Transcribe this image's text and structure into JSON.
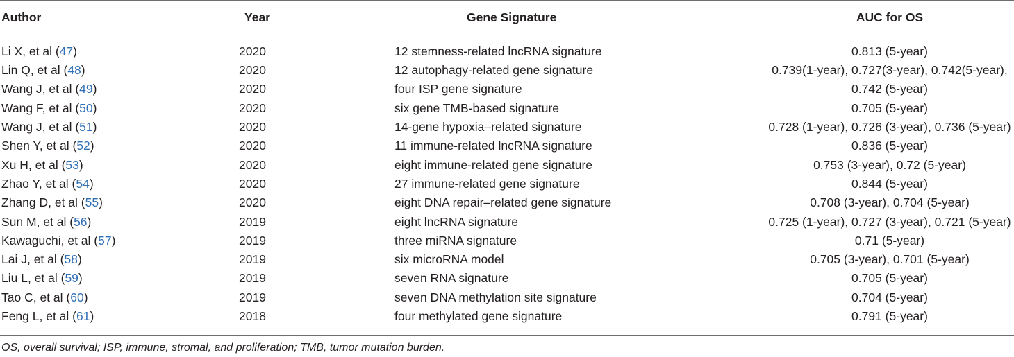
{
  "headers": {
    "author": "Author",
    "year": "Year",
    "signature": "Gene Signature",
    "auc": "AUC for OS"
  },
  "rows": [
    {
      "author": "Li X, et al (",
      "ref": "47",
      "year": "2020",
      "signature": "12 stemness-related lncRNA signature",
      "auc": "0.813 (5-year)"
    },
    {
      "author": "Lin Q, et al (",
      "ref": "48",
      "year": "2020",
      "signature": "12 autophagy-related gene signature",
      "auc": "0.739(1-year), 0.727(3-year), 0.742(5-year),"
    },
    {
      "author": "Wang J, et al (",
      "ref": "49",
      "year": "2020",
      "signature": "four ISP gene signature",
      "auc": "0.742 (5-year)"
    },
    {
      "author": "Wang F, et al (",
      "ref": "50",
      "year": "2020",
      "signature": "six gene TMB-based signature",
      "auc": "0.705 (5-year)"
    },
    {
      "author": "Wang J, et al (",
      "ref": "51",
      "year": "2020",
      "signature": "14-gene hypoxia–related signature",
      "auc": "0.728 (1-year), 0.726 (3-year), 0.736 (5-year)"
    },
    {
      "author": "Shen Y, et al (",
      "ref": "52",
      "year": "2020",
      "signature": "11 immune-related lncRNA signature",
      "auc": "0.836 (5-year)"
    },
    {
      "author": "Xu H, et al (",
      "ref": "53",
      "year": "2020",
      "signature": "eight immune-related gene signature",
      "auc": "0.753 (3-year), 0.72 (5-year)"
    },
    {
      "author": "Zhao Y, et al (",
      "ref": "54",
      "year": "2020",
      "signature": "27 immune-related gene signature",
      "auc": "0.844 (5-year)"
    },
    {
      "author": "Zhang D, et al (",
      "ref": "55",
      "year": "2020",
      "signature": "eight DNA repair–related gene signature",
      "auc": "0.708 (3-year), 0.704 (5-year)"
    },
    {
      "author": "Sun M, et al (",
      "ref": "56",
      "year": "2019",
      "signature": "eight lncRNA signature",
      "auc": "0.725 (1-year), 0.727 (3-year), 0.721 (5-year)"
    },
    {
      "author": "Kawaguchi, et al (",
      "ref": "57",
      "year": "2019",
      "signature": "three miRNA signature",
      "auc": "0.71 (5-year)"
    },
    {
      "author": "Lai J, et al (",
      "ref": "58",
      "year": "2019",
      "signature": "six microRNA model",
      "auc": "0.705 (3-year), 0.701 (5-year)"
    },
    {
      "author": "Liu L, et al (",
      "ref": "59",
      "year": "2019",
      "signature": "seven RNA signature",
      "auc": "0.705 (5-year)"
    },
    {
      "author": "Tao C, et al (",
      "ref": "60",
      "year": "2019",
      "signature": "seven DNA methylation site signature",
      "auc": "0.704 (5-year)"
    },
    {
      "author": "Feng L, et al (",
      "ref": "61",
      "year": "2018",
      "signature": "four methylated gene signature",
      "auc": "0.791 (5-year)"
    }
  ],
  "footnote": "OS, overall survival; ISP, immune, stromal, and proliferation; TMB, tumor mutation burden.",
  "colors": {
    "text": "#231f20",
    "reference_link": "#2f6fb5",
    "rule": "#6d6e71"
  }
}
